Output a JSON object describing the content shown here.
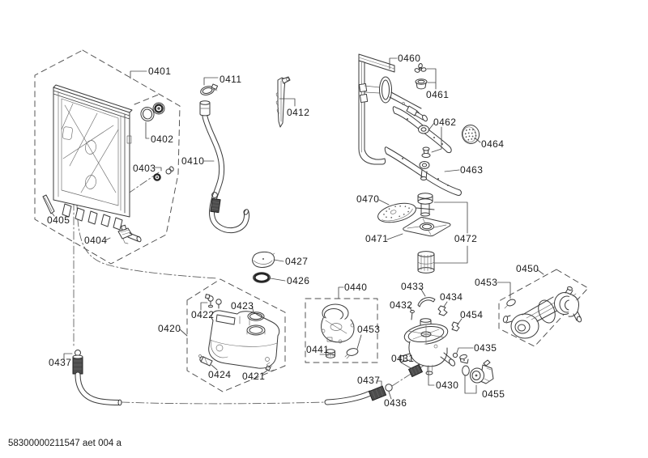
{
  "footer": {
    "document_code": "58300000211547 aet 004 a"
  },
  "part_labels": {
    "0401": "0401",
    "0402": "0402",
    "0403": "0403",
    "0404": "0404",
    "0405": "0405",
    "0410": "0410",
    "0411": "0411",
    "0412": "0412",
    "0420": "0420",
    "0421": "0421",
    "0422": "0422",
    "0423": "0423",
    "0424": "0424",
    "0426": "0426",
    "0427": "0427",
    "0430": "0430",
    "0431": "0431",
    "0432": "0432",
    "0433": "0433",
    "0434": "0434",
    "0435": "0435",
    "0436": "0436",
    "0437": "0437",
    "0440": "0440",
    "0441": "0441",
    "0450": "0450",
    "0453": "0453",
    "0454": "0454",
    "0455": "0455",
    "0460": "0460",
    "0461": "0461",
    "0462": "0462",
    "0463": "0463",
    "0464": "0464",
    "0470": "0470",
    "0471": "0471",
    "0472": "0472"
  }
}
